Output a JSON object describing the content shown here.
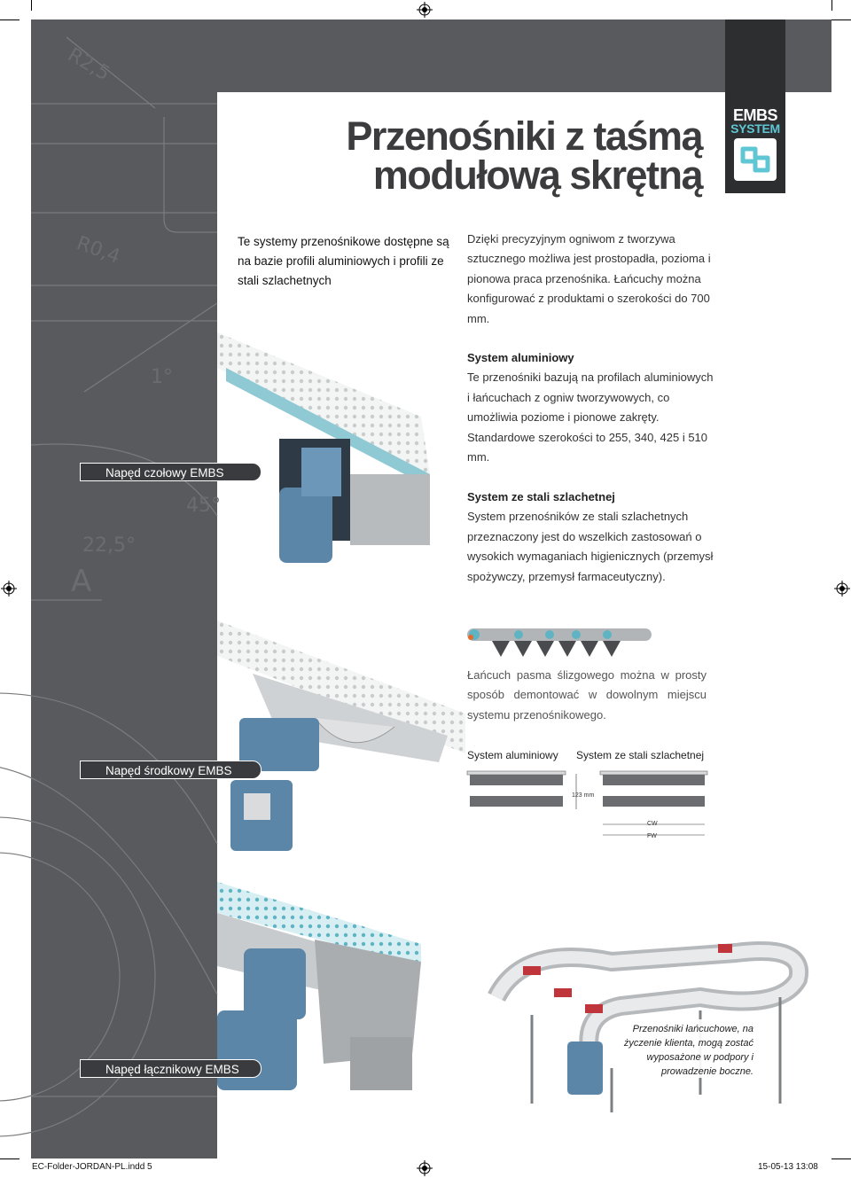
{
  "title": {
    "line1": "Przenośniki z taśmą",
    "line2": "modułową skrętną"
  },
  "logo": {
    "word1": "EMBS",
    "word2": "SYSTEM",
    "icon": "embs-logo-icon"
  },
  "intro": "Te systemy przenośnikowe dostępne są na bazie profili aluminiowych i profili ze stali szlachetnych",
  "body": {
    "para1": "Dzięki precyzyjnym ogniwom z tworzywa sztucznego możliwa jest prostopadła, pozioma i pionowa praca przenośnika. Łańcuchy można konfigurować z produktami o szerokości do 700 mm.",
    "aluminium_heading": "System aluminiowy",
    "aluminium_text": "Te przenośniki bazują na profilach aluminiowych i łańcuchach z ogniw tworzywowych, co umożliwia poziome i pionowe zakręty. Standardowe szerokości to 255, 340, 425 i 510 mm.",
    "steel_heading": "System ze stali szlachetnej",
    "steel_text": "System przenośników ze stali szlachetnych przeznaczony jest do wszelkich zastosowań o wysokich wymaganiach higienicznych (przemysł spożywczy, przemysł farmaceutyczny).",
    "chain_note": "Łańcuch pasma ślizgowego można w prosty sposób demontować w dowolnym miejscu systemu przenośnikowego."
  },
  "labels": {
    "drive_front": "Napęd czołowy EMBS",
    "drive_middle": "Napęd środkowy EMBS",
    "drive_link": "Napęd łącznikowy EMBS"
  },
  "diagram": {
    "col_aluminium": "System aluminiowy",
    "col_steel": "System ze stali szlachetnej",
    "dim_123": "123 mm",
    "dim_cw": "CW",
    "dim_fw": "FW"
  },
  "drawing_marks": [
    "R2,5",
    "R0,4",
    "1°",
    "45°",
    "22,5°",
    "A"
  ],
  "caption": "Przenośniki łańcuchowe, na życzenie klienta, mogą zostać wyposażone w podpory i prowadzenie boczne.",
  "footer": {
    "left": "EC-Folder-JORDAN-PL.indd   5",
    "right": "15-05-13   13:08"
  },
  "colors": {
    "sidebar": "#595a5d",
    "accent": "#5fc6d4",
    "label_bg": "#3a3b3e",
    "motor_blue": "#5b86a8"
  }
}
